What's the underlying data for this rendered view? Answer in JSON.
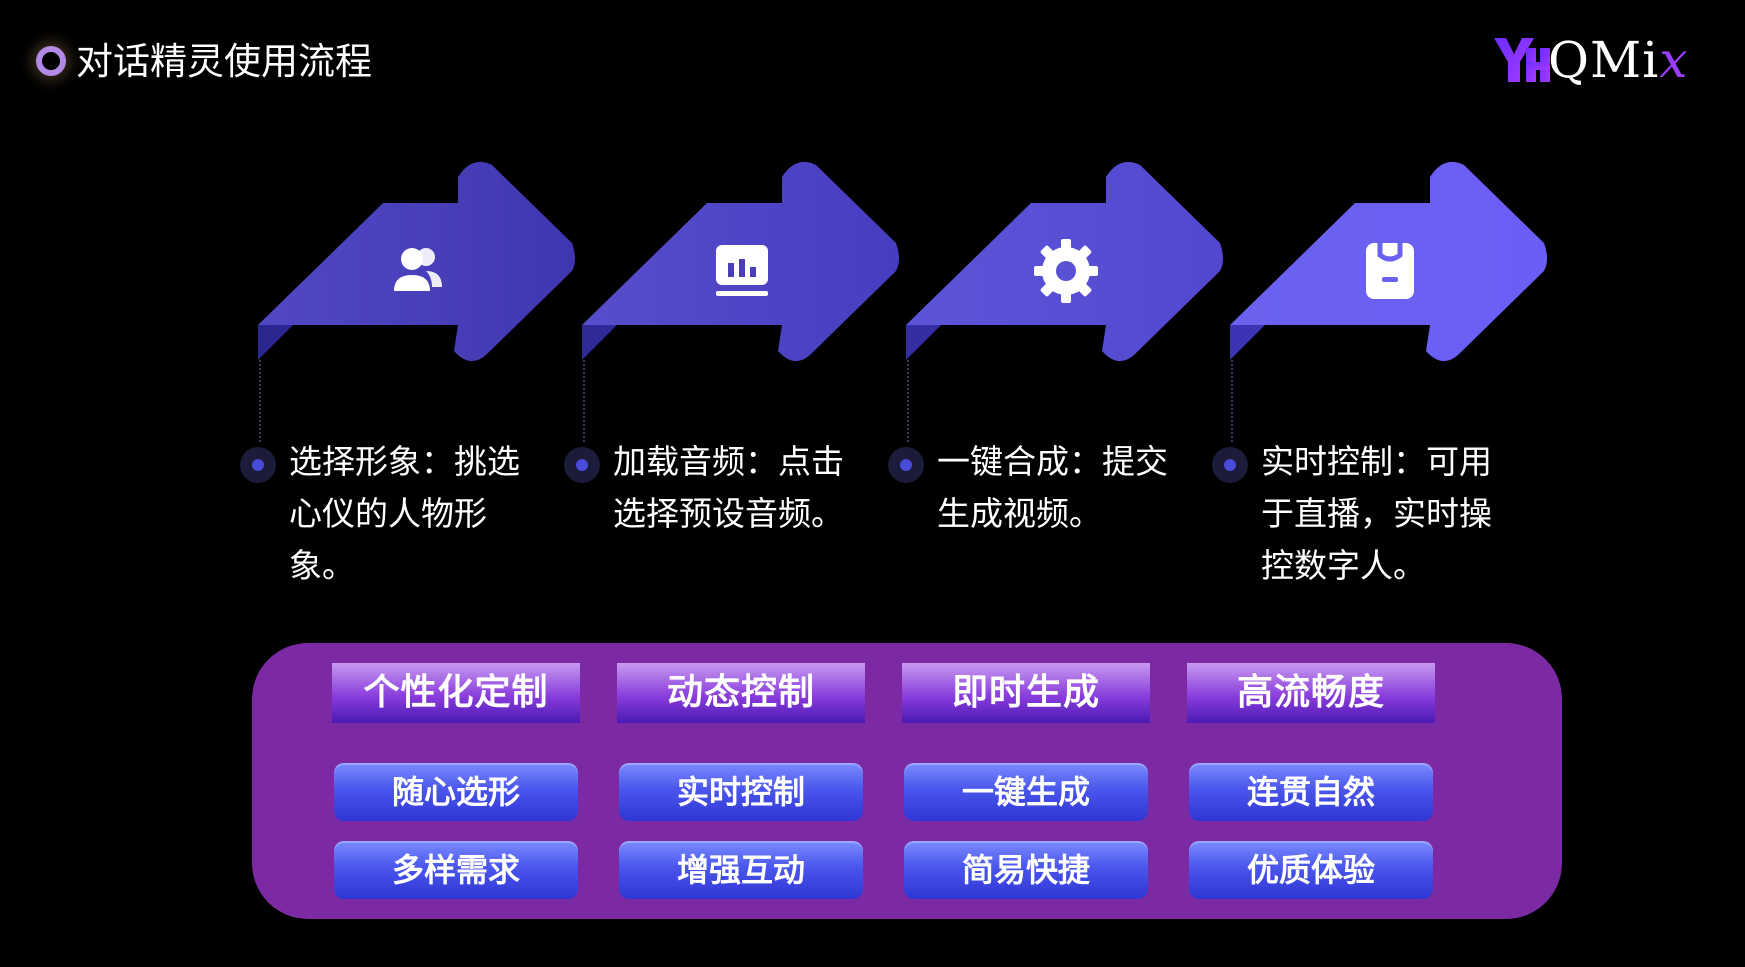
{
  "header": {
    "title": "对话精灵使用流程"
  },
  "logo": {
    "text_main": "QMi",
    "text_accent": "x"
  },
  "steps": [
    {
      "icon": "users-icon",
      "text": "选择形象：挑选心仪的人物形象。"
    },
    {
      "icon": "audio-chart-icon",
      "text": "加载音频：点击选择预设音频。"
    },
    {
      "icon": "gear-icon",
      "text": "一键合成：提交生成视频。"
    },
    {
      "icon": "clipboard-icon",
      "text": "实时控制：可用于直播，实时操控数字人。"
    }
  ],
  "features": [
    {
      "head": "个性化定制",
      "tags": [
        "随心选形",
        "多样需求"
      ]
    },
    {
      "head": "动态控制",
      "tags": [
        "实时控制",
        "增强互动"
      ]
    },
    {
      "head": "即时生成",
      "tags": [
        "一键生成",
        "简易快捷"
      ]
    },
    {
      "head": "高流畅度",
      "tags": [
        "连贯自然",
        "优质体验"
      ]
    }
  ],
  "colors": {
    "background": "#000000",
    "arrow_dark": "#4a3fb8",
    "arrow_light": "#6c63ff",
    "panel": "#7b2aa4",
    "tag_blue": "#3b45e0",
    "ring": "#b28ae6"
  }
}
